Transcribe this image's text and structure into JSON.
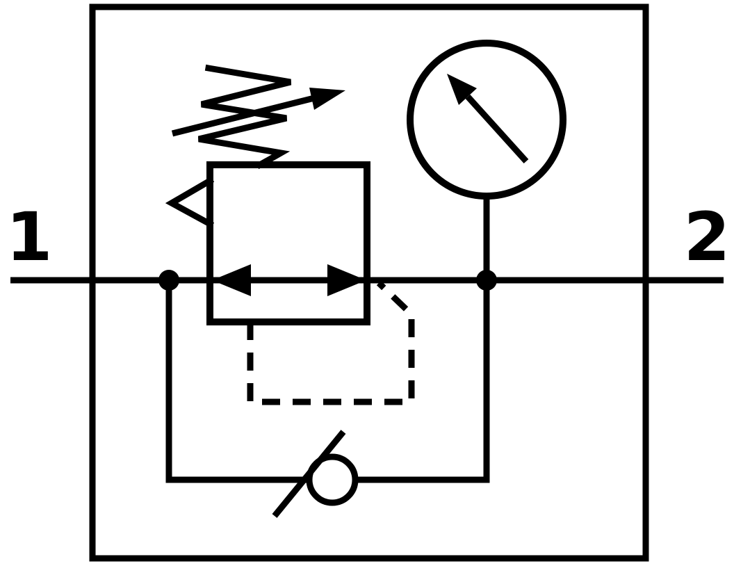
{
  "diagram": {
    "type": "pneumatic-circuit-symbol",
    "ports": {
      "left_label": "1",
      "right_label": "2"
    },
    "colors": {
      "line": "#000000",
      "background": "#ffffff"
    },
    "symbols": [
      "enclosure-box",
      "main-flow-line",
      "pressure-regulator-valve",
      "regulator-flow-arrow-left",
      "regulator-flow-arrow-right",
      "adjustable-spring",
      "spring-adjustment-arrow",
      "relief-vent-arrowhead",
      "pilot-control-dashed-line",
      "pressure-gauge",
      "gauge-needle",
      "gauge-connection-line",
      "junction-node-left",
      "junction-node-right",
      "bypass-line",
      "check-valve",
      "check-valve-seat-line"
    ]
  }
}
